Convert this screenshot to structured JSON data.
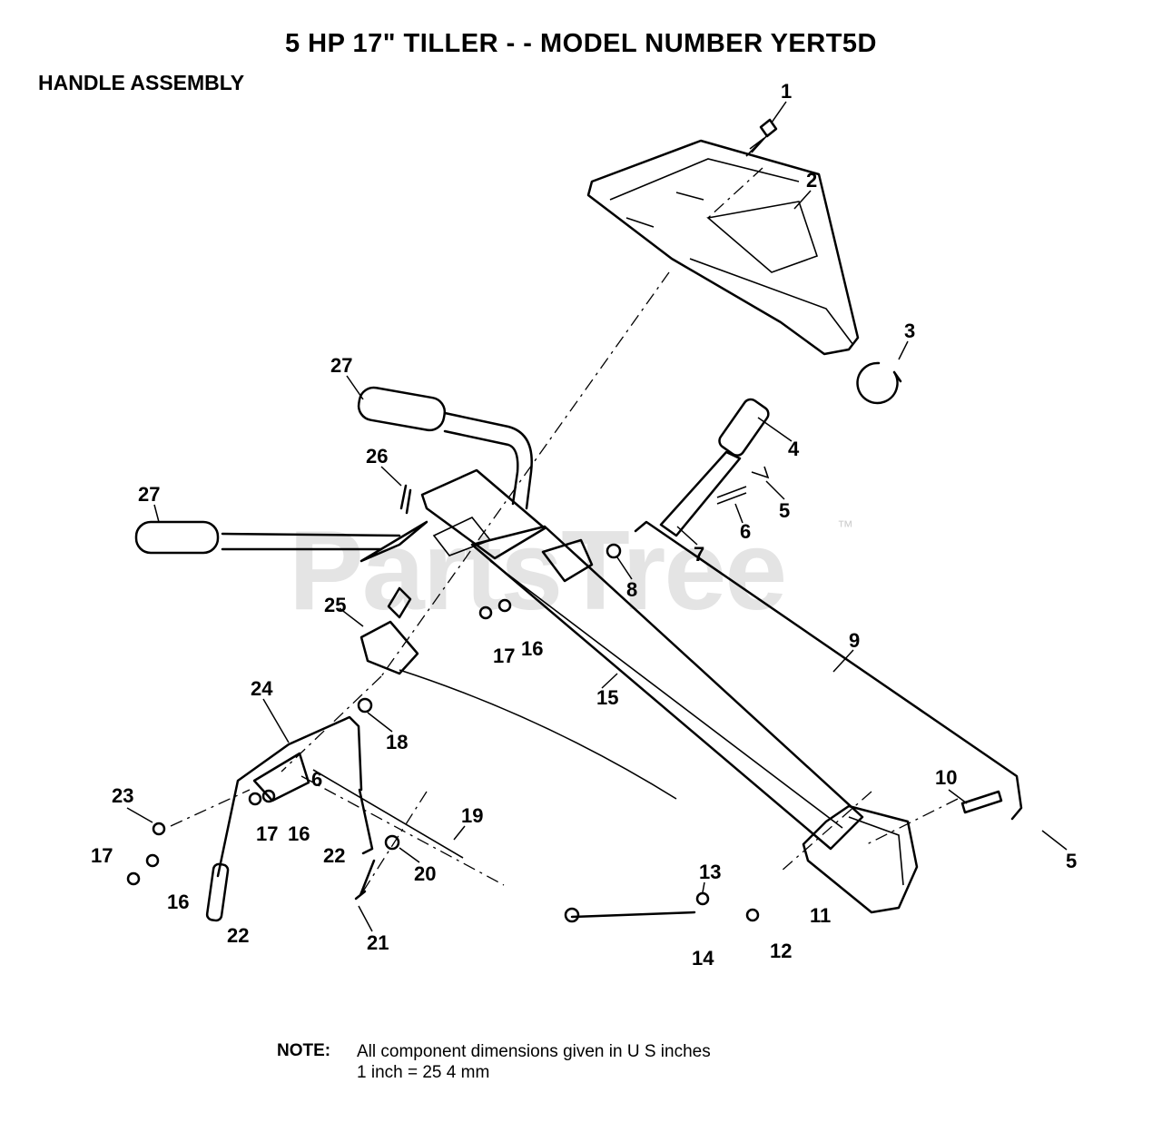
{
  "header": {
    "title": "5 HP 17\" TILLER - - MODEL NUMBER YERT5D",
    "subtitle": "HANDLE ASSEMBLY"
  },
  "watermark": {
    "text": "PartsTree",
    "trademark": "™"
  },
  "callouts": [
    "1",
    "2",
    "3",
    "4",
    "5",
    "6",
    "7",
    "8",
    "9",
    "15",
    "16",
    "17",
    "18",
    "19",
    "20",
    "21",
    "22",
    "23",
    "24",
    "25",
    "26",
    "27",
    "10",
    "11",
    "12",
    "13",
    "14"
  ],
  "labels": {
    "c1": "1",
    "c2": "2",
    "c3": "3",
    "c4": "4",
    "c5a": "5",
    "c5b": "5",
    "c6a": "6",
    "c6b": "6",
    "c7": "7",
    "c8": "8",
    "c9": "9",
    "c10": "10",
    "c11": "11",
    "c12": "12",
    "c13": "13",
    "c14": "14",
    "c15": "15",
    "c16a": "16",
    "c16b": "16",
    "c16c": "16",
    "c17a": "17",
    "c17b": "17",
    "c17c": "17",
    "c18": "18",
    "c19": "19",
    "c20": "20",
    "c21": "21",
    "c22a": "22",
    "c22b": "22",
    "c23": "23",
    "c24": "24",
    "c25": "25",
    "c26": "26",
    "c27a": "27",
    "c27b": "27"
  },
  "note": {
    "label": "NOTE:",
    "line1": "All component dimensions given in U S  inches",
    "line2": "1 inch = 25 4 mm"
  }
}
